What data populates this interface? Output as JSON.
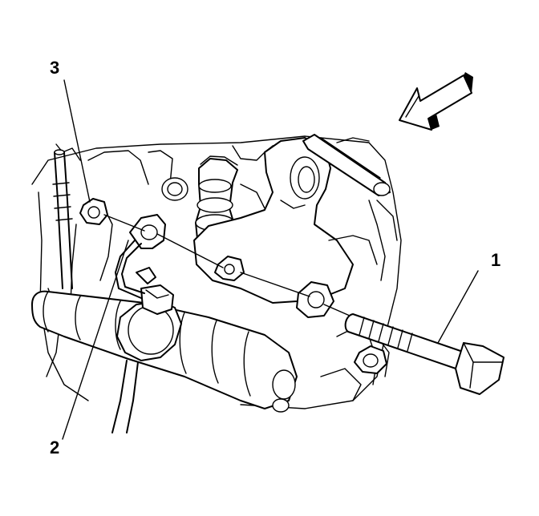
{
  "callouts": {
    "one": "1",
    "two": "2",
    "three": "3"
  },
  "colors": {
    "line": "#000000",
    "background": "#ffffff"
  },
  "icons": {
    "direction": "direction-arrow-icon"
  }
}
